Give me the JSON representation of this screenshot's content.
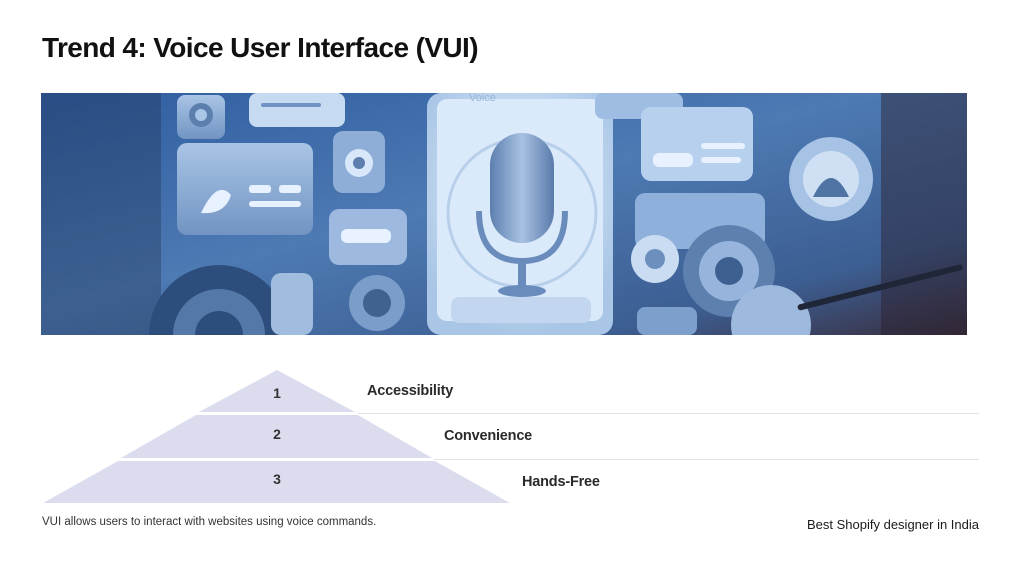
{
  "slide": {
    "title": "Trend 4: Voice User Interface (VUI)",
    "caption": "VUI allows users to interact with websites using voice commands.",
    "footer": "Best Shopify designer in India"
  },
  "pyramid": {
    "tiers": [
      {
        "number": "1",
        "label": "Accessibility"
      },
      {
        "number": "2",
        "label": "Convenience"
      },
      {
        "number": "3",
        "label": "Hands-Free"
      }
    ]
  },
  "colors": {
    "tier_fill": "#dcdcef",
    "divider": "#e2e2e2",
    "image_base": "#3f6ea6"
  }
}
